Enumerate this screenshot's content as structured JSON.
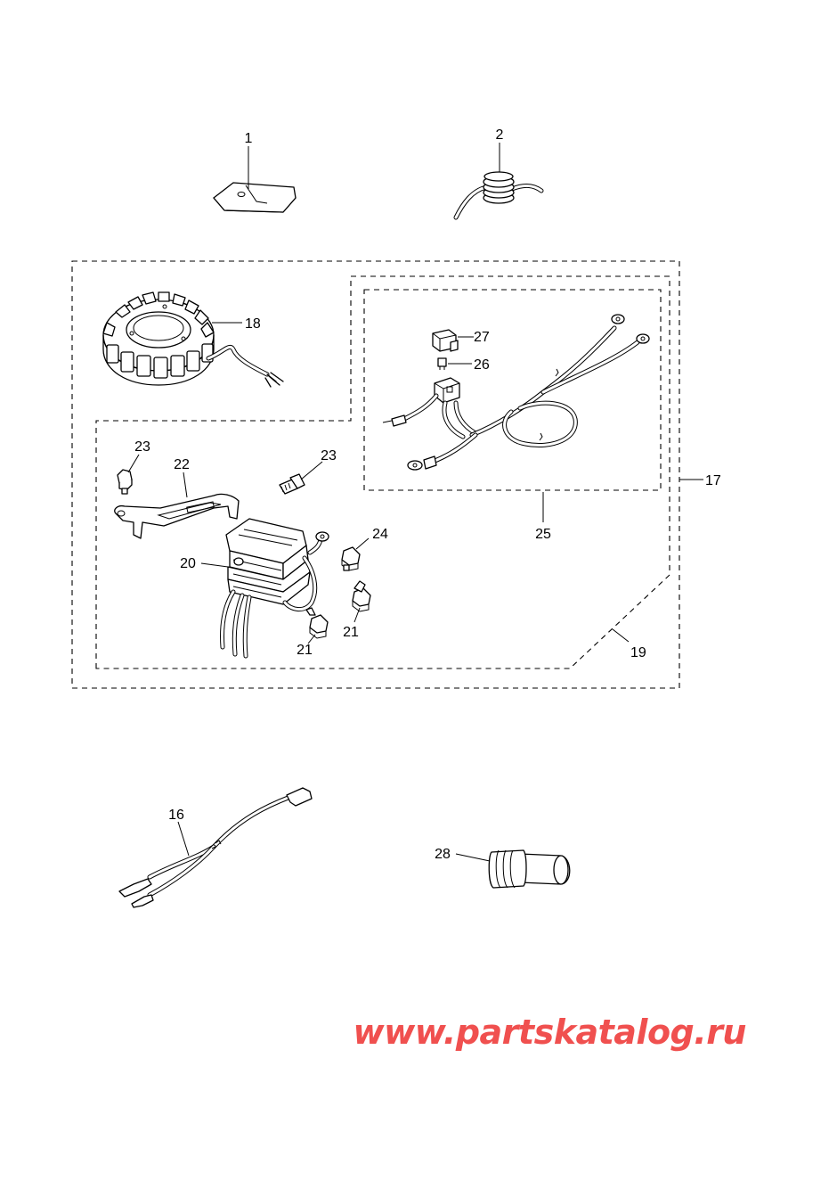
{
  "diagram": {
    "labels": {
      "p1": "1",
      "p2": "2",
      "p16": "16",
      "p17": "17",
      "p18": "18",
      "p19": "19",
      "p20": "20",
      "p21a": "21",
      "p21b": "21",
      "p22": "22",
      "p23a": "23",
      "p23b": "23",
      "p24": "24",
      "p25": "25",
      "p26": "26",
      "p27": "27",
      "p28": "28"
    },
    "watermark": "www.partskatalog.ru"
  },
  "colors": {
    "watermark": "#f0504f",
    "line": "#000000",
    "background": "#ffffff"
  }
}
